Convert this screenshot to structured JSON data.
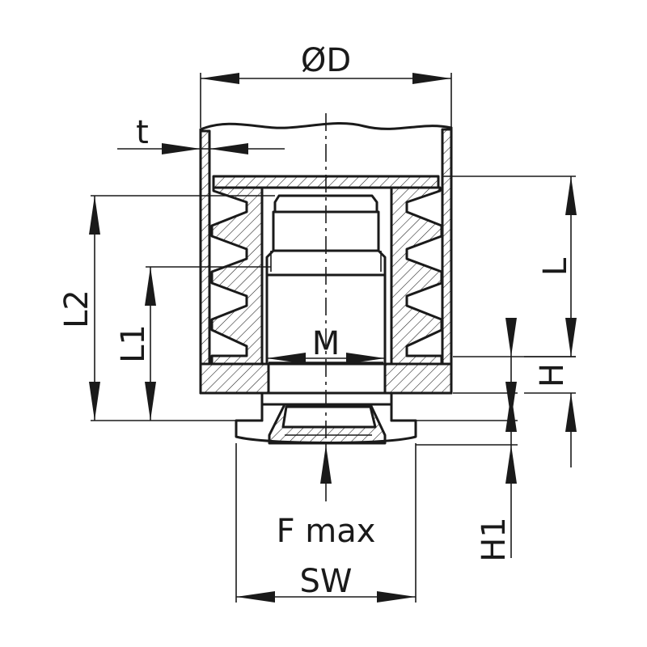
{
  "labels": {
    "diameter": "ØD",
    "wall_thickness": "t",
    "length": "L",
    "length_2": "L2",
    "length_1": "L1",
    "thread": "M",
    "height": "H",
    "height_1": "H1",
    "force": "F max",
    "wrench_size": "SW"
  },
  "colors": {
    "line": "#1a1a1a",
    "background": "#ffffff"
  }
}
